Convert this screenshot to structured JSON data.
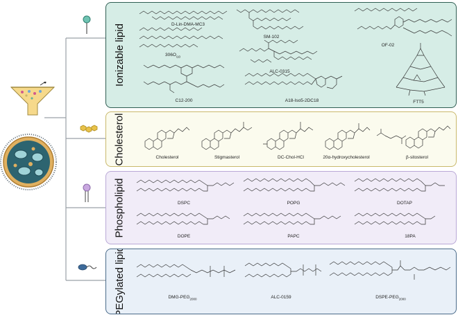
{
  "categories": [
    {
      "title": "Ionizable lipid",
      "molecules": [
        "D-Lin-DMA-MC3",
        "SM-102",
        "OF-02",
        "306O",
        "ALC-0315",
        "C12-200",
        "A18-Iso5-2DC18",
        "FTT5"
      ]
    },
    {
      "title": "Cholesterol",
      "molecules": [
        "Cholesterol",
        "Stigmasterol",
        "DC-Chol-HCl",
        "20α-hydroxycholesterol",
        "β-sitosterol"
      ]
    },
    {
      "title": "Phospholipid",
      "molecules": [
        "DSPC",
        "POPG",
        "DOTAP",
        "DOPE",
        "PAPC",
        "18PA"
      ]
    },
    {
      "title": "PEGylated lipid",
      "molecules": [
        "DMG-PEG",
        "ALC-0159",
        "DSPE-PEG"
      ]
    }
  ],
  "subscripts": {
    "306O": "i10",
    "DMG-PEG": "2000",
    "DSPE-PEG": "2000"
  },
  "colors": {
    "ionizable_bg": "#d6ede6",
    "ionizable_border": "#2f5d52",
    "cholesterol_bg": "#fbfbee",
    "cholesterol_border": "#c9b86a",
    "phospholipid_bg": "#f1ecf8",
    "phospholipid_border": "#b9a8d6",
    "peg_bg": "#e9f0f8",
    "peg_border": "#4a6b8a",
    "tree_line": "#9aa0a6"
  },
  "icons": [
    "lnp-nanoparticle-icon",
    "funnel-icon",
    "ionizable-lipid-icon",
    "cholesterol-icon",
    "phospholipid-icon",
    "peg-lipid-icon"
  ]
}
